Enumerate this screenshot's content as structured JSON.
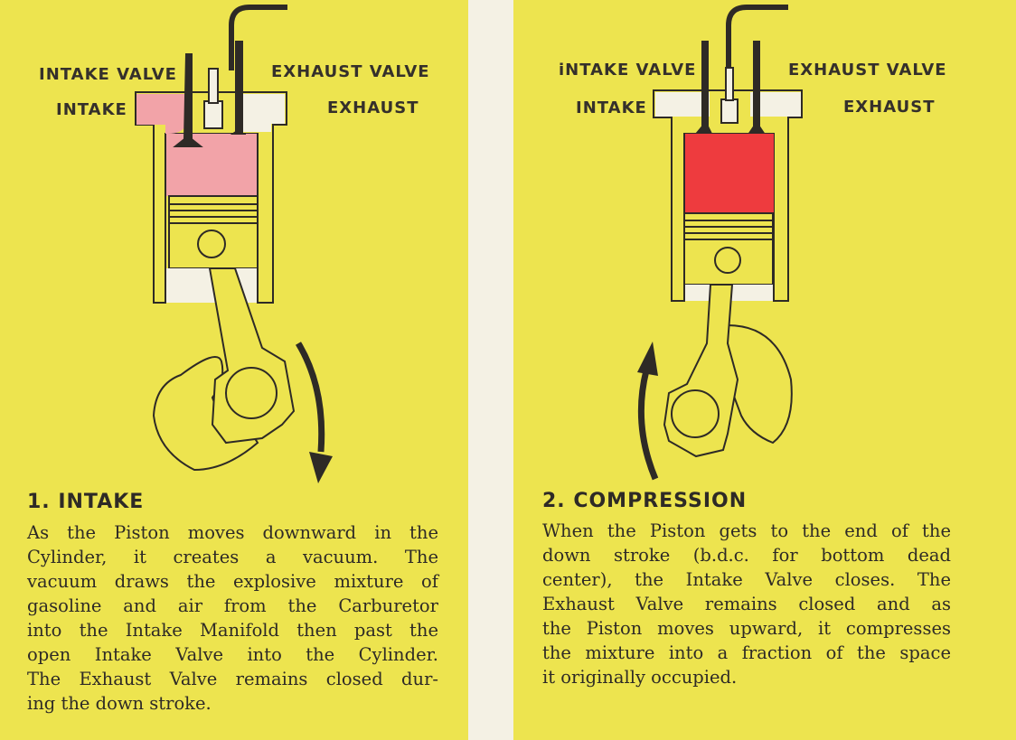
{
  "colors": {
    "page": "#ede44f",
    "intake_mixture": "#f2a3a8",
    "compressed_mixture": "#ee3b3e",
    "outline": "#2e2a26"
  },
  "left": {
    "labels": {
      "intake_valve": "INTAKE VALVE",
      "exhaust_valve": "EXHAUST VALVE",
      "intake": "INTAKE",
      "exhaust": "EXHAUST"
    },
    "heading": "1.  INTAKE",
    "lines": [
      "As the Piston moves downward in the",
      "Cylinder, it creates a vacuum. The",
      "vacuum draws the explosive mixture of",
      "gasoline and air from the Carburetor",
      "into the Intake Manifold then past the",
      "open Intake Valve into the Cylinder.",
      "The Exhaust Valve remains closed dur-",
      "ing the down stroke."
    ]
  },
  "right": {
    "labels": {
      "intake_valve": "iNTAKE VALVE",
      "exhaust_valve": "EXHAUST VALVE",
      "intake": "INTAKE",
      "exhaust": "EXHAUST"
    },
    "heading": "2.  COMPRESSION",
    "lines": [
      "When the Piston gets to the end of the",
      "down stroke (b.d.c. for bottom dead",
      "center), the Intake Valve closes. The",
      "Exhaust Valve remains closed and as",
      "the Piston moves upward, it compresses",
      "the mixture into a fraction of the space",
      "it originally occupied."
    ]
  }
}
